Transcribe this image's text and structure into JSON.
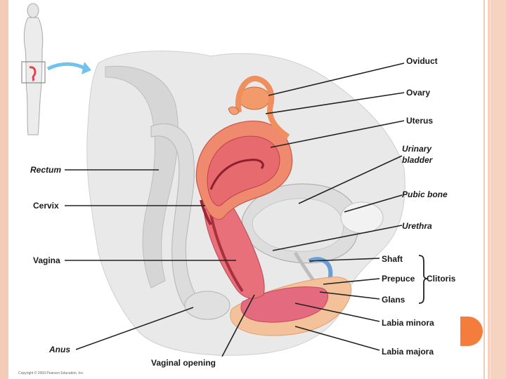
{
  "labels": {
    "oviduct": "Oviduct",
    "ovary": "Ovary",
    "uterus": "Uterus",
    "urinary_bladder_line1": "Urinary",
    "urinary_bladder_line2": "bladder",
    "pubic_bone": "Pubic bone",
    "urethra": "Urethra",
    "shaft": "Shaft",
    "prepuce": "Prepuce",
    "glans": "Glans",
    "clitoris": "Clitoris",
    "labia_minora": "Labia minora",
    "labia_majora": "Labia majora",
    "rectum": "Rectum",
    "cervix": "Cervix",
    "vagina": "Vagina",
    "anus": "Anus",
    "vaginal_opening": "Vaginal opening"
  },
  "copyright": "Copyright © 2009 Pearson Education, Inc.",
  "colors": {
    "slide_accent": "#f47c3c",
    "slide_border": "#f4cbb8",
    "tissue_pink": "#e8707a",
    "tissue_light": "#f4b0a0",
    "organ_orange": "#f0915c",
    "background_tissue": "#e6e6e6",
    "urethra_blue": "#6a9ed8"
  }
}
